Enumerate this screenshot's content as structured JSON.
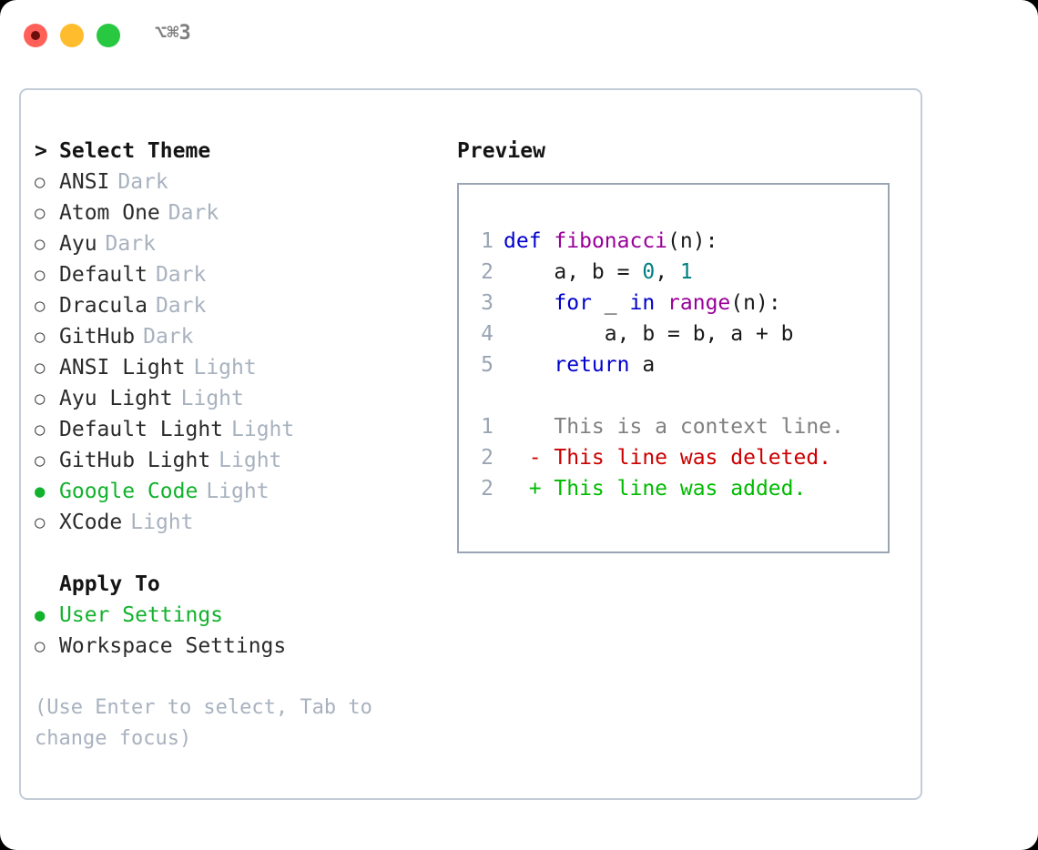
{
  "titlebar": {
    "shortcut": "⌥⌘3",
    "buttons": {
      "close": "close-button",
      "minimize": "minimize-button",
      "maximize": "maximize-button"
    }
  },
  "theme_picker": {
    "header": "Select Theme",
    "caret": ">",
    "marker_selected": "●",
    "marker_unselected": "○",
    "items": [
      {
        "name": "ANSI",
        "tag": "Dark",
        "selected": false
      },
      {
        "name": "Atom One",
        "tag": "Dark",
        "selected": false
      },
      {
        "name": "Ayu",
        "tag": "Dark",
        "selected": false
      },
      {
        "name": "Default",
        "tag": "Dark",
        "selected": false
      },
      {
        "name": "Dracula",
        "tag": "Dark",
        "selected": false
      },
      {
        "name": "GitHub",
        "tag": "Dark",
        "selected": false
      },
      {
        "name": "ANSI Light",
        "tag": "Light",
        "selected": false
      },
      {
        "name": "Ayu Light",
        "tag": "Light",
        "selected": false
      },
      {
        "name": "Default Light",
        "tag": "Light",
        "selected": false
      },
      {
        "name": "GitHub Light",
        "tag": "Light",
        "selected": false
      },
      {
        "name": "Google Code",
        "tag": "Light",
        "selected": true
      },
      {
        "name": "XCode",
        "tag": "Light",
        "selected": false
      }
    ]
  },
  "apply_to": {
    "header": "Apply To",
    "items": [
      {
        "name": "User Settings",
        "selected": true
      },
      {
        "name": "Workspace Settings",
        "selected": false
      }
    ]
  },
  "hint": "(Use Enter to select, Tab to change focus)",
  "preview": {
    "title": "Preview",
    "code_lines": [
      {
        "lno": "1",
        "tokens": [
          {
            "t": "def",
            "c": "kw"
          },
          {
            "t": " ",
            "c": "pl"
          },
          {
            "t": "fibonacci",
            "c": "fn"
          },
          {
            "t": "(n):",
            "c": "pl"
          }
        ]
      },
      {
        "lno": "2",
        "tokens": [
          {
            "t": "    a, b = ",
            "c": "pl"
          },
          {
            "t": "0",
            "c": "num"
          },
          {
            "t": ", ",
            "c": "pl"
          },
          {
            "t": "1",
            "c": "num"
          }
        ]
      },
      {
        "lno": "3",
        "tokens": [
          {
            "t": "    ",
            "c": "pl"
          },
          {
            "t": "for",
            "c": "kw"
          },
          {
            "t": " _ ",
            "c": "pl"
          },
          {
            "t": "in",
            "c": "kw"
          },
          {
            "t": " ",
            "c": "pl"
          },
          {
            "t": "range",
            "c": "fn"
          },
          {
            "t": "(n):",
            "c": "pl"
          }
        ]
      },
      {
        "lno": "4",
        "tokens": [
          {
            "t": "        a, b = b, a + b",
            "c": "pl"
          }
        ]
      },
      {
        "lno": "5",
        "tokens": [
          {
            "t": "    ",
            "c": "pl"
          },
          {
            "t": "return",
            "c": "kw"
          },
          {
            "t": " a",
            "c": "pl"
          }
        ]
      }
    ],
    "diff_lines": [
      {
        "lno": "1",
        "sign": " ",
        "sign_class": "sign-ctx",
        "text": "This is a context line.",
        "text_class": "diff-ctx"
      },
      {
        "lno": "2",
        "sign": "-",
        "sign_class": "sign-del",
        "text": "This line was deleted.",
        "text_class": "diff-del"
      },
      {
        "lno": "2",
        "sign": "+",
        "sign_class": "sign-add",
        "text": "This line was added.",
        "text_class": "diff-add"
      }
    ]
  },
  "colors": {
    "accent_green": "#12b22d",
    "muted": "#a8b2bf",
    "keyword": "#0000cc",
    "function": "#990099",
    "number": "#008080",
    "diff_deleted": "#cc0000",
    "diff_added": "#00bb00",
    "panel_border": "#9aa5b4",
    "frame_border": "#c3ccd7"
  }
}
